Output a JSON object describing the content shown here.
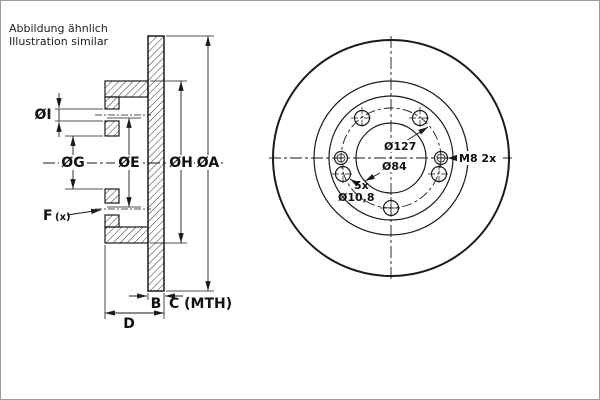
{
  "note": {
    "line1": "Abbildung ähnlich",
    "line2": "Illustration similar"
  },
  "section": {
    "dims": {
      "i": "ØI",
      "g": "ØG",
      "e": "ØE",
      "h": "ØH",
      "a": "ØA",
      "f": "F",
      "f_suffix": "(x)",
      "b": "B",
      "c": "C (MTH)",
      "d": "D"
    }
  },
  "front": {
    "labels": {
      "bolt_circle": "Ø127",
      "center_bore": "Ø84",
      "thread": "M8 2x",
      "hole_count": "5x",
      "hole_diameter": "Ø10,8"
    }
  },
  "colors": {
    "line": "#1a1a1a",
    "background": "#ffffff"
  }
}
